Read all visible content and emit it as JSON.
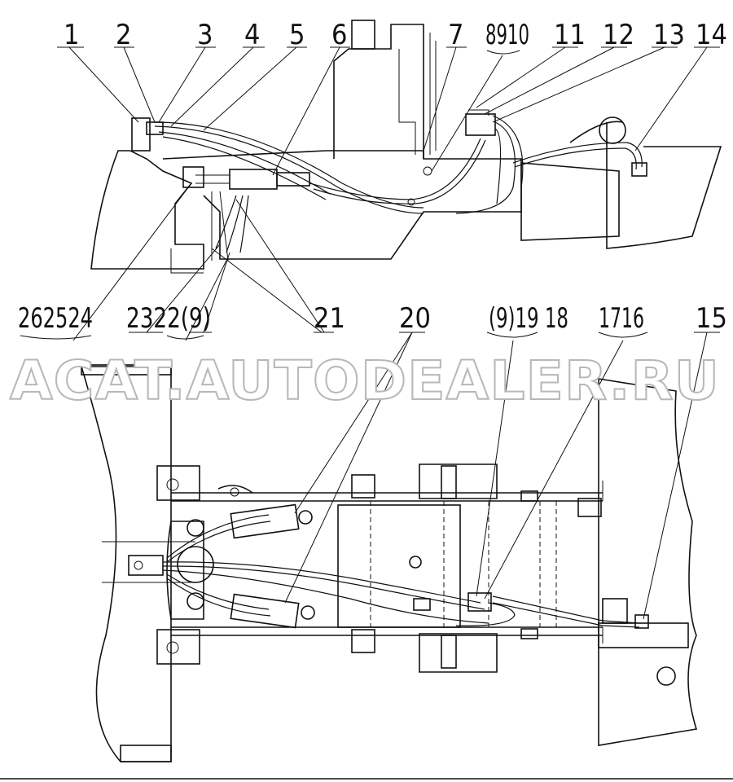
{
  "watermark": "ACAT.AUTODEALER.RU",
  "top_callouts": [
    {
      "id": "c1",
      "text": "1"
    },
    {
      "id": "c2",
      "text": "2"
    },
    {
      "id": "c3",
      "text": "3"
    },
    {
      "id": "c4",
      "text": "4"
    },
    {
      "id": "c5",
      "text": "5"
    },
    {
      "id": "c6",
      "text": "6"
    },
    {
      "id": "c7",
      "text": "7"
    },
    {
      "id": "c8910",
      "text": "8910"
    },
    {
      "id": "c11",
      "text": "11"
    },
    {
      "id": "c12",
      "text": "12"
    },
    {
      "id": "c13",
      "text": "13"
    },
    {
      "id": "c14",
      "text": "14"
    }
  ],
  "middle_callouts": [
    {
      "id": "c262524",
      "text": "262524"
    },
    {
      "id": "c2322_9",
      "text": "2322(9)"
    },
    {
      "id": "c21",
      "text": "21"
    },
    {
      "id": "c20",
      "text": "20"
    },
    {
      "id": "c9_1918",
      "text": "(9)19 18"
    },
    {
      "id": "c1716",
      "text": "1716"
    },
    {
      "id": "c15",
      "text": "15"
    }
  ]
}
